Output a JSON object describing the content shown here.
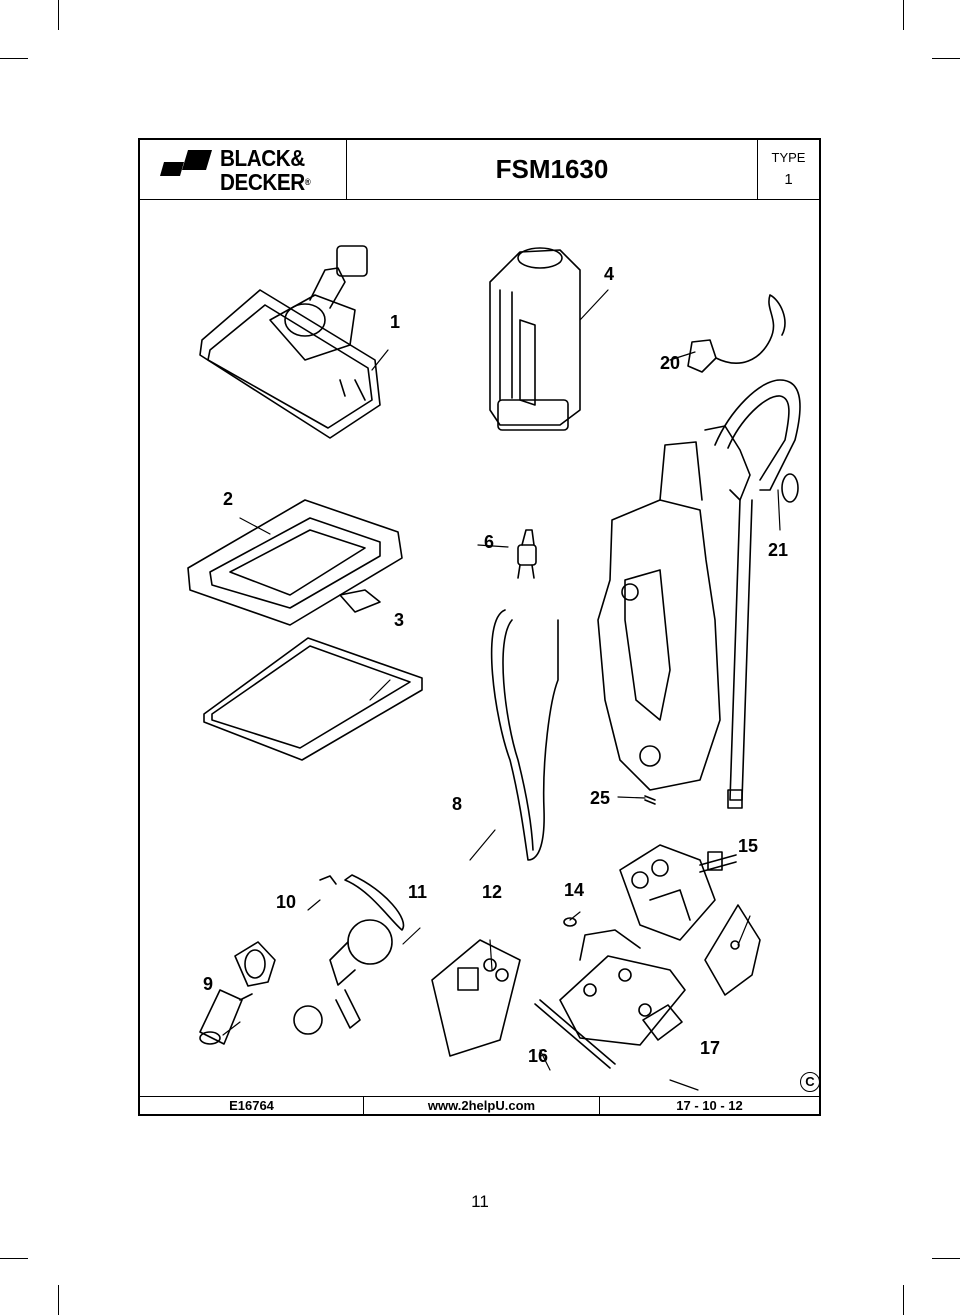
{
  "header": {
    "brand_line1": "BLACK&",
    "brand_line2": "DECKER",
    "brand_mark": "®",
    "model": "FSM1630",
    "type_label": "TYPE",
    "type_value": "1"
  },
  "callouts": [
    "1",
    "4",
    "20",
    "2",
    "6",
    "21",
    "3",
    "8",
    "25",
    "15",
    "10",
    "11",
    "12",
    "14",
    "9",
    "16",
    "17"
  ],
  "footer": {
    "drawing_number": "E16764",
    "website": "www.2helpU.com",
    "date": "17 - 10 - 12"
  },
  "copyright_symbol": "C",
  "page_number": "11"
}
